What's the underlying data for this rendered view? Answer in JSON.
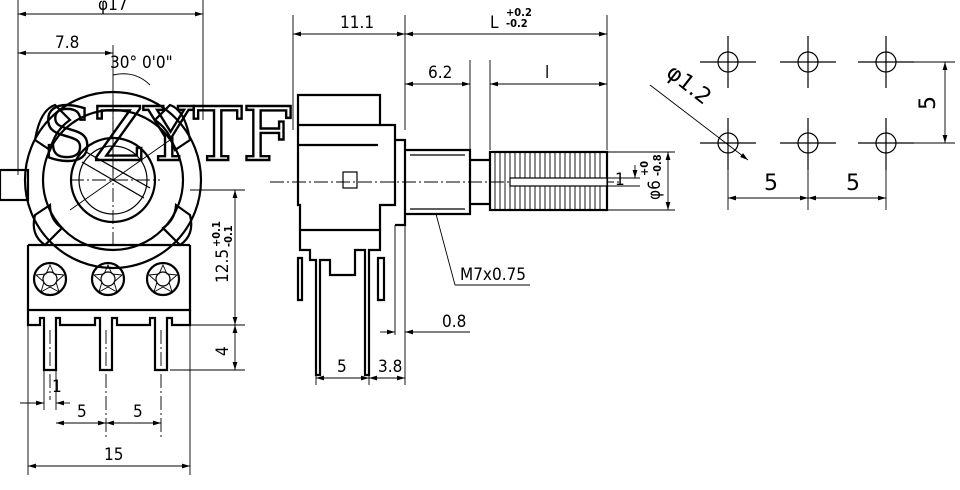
{
  "watermark": "SZYTF",
  "front_view": {
    "dia_label": "φ17",
    "offset_label": "7.8",
    "angle_label": "30° 0'0\"",
    "height_label_main": "12.5",
    "height_tol_plus": "+0.1",
    "height_tol_minus": "-0.1",
    "pin_length_label": "4",
    "pin_pitch_left": "5",
    "pin_pitch_right": "5",
    "width_label": "15",
    "pin_width_label": "1"
  },
  "side_view": {
    "body_label": "11.1",
    "length_label": "L",
    "length_tol_plus": "+0.2",
    "length_tol_minus": "-0.2",
    "bushing_label": "6.2",
    "knurl_label": "l",
    "shaft_dia_label": "φ6",
    "shaft_tol_plus": "+0",
    "shaft_tol_minus": "-0.8",
    "slot_label": "1",
    "thread_label": "M7x0.75",
    "gap_label": "0.8",
    "pin_spacing_label": "5",
    "tab_label": "3.8"
  },
  "pcb_layout": {
    "hole_dia_label": "φ1.2",
    "vertical_pitch_label": "5",
    "h_pitch_left": "5",
    "h_pitch_right": "5"
  }
}
